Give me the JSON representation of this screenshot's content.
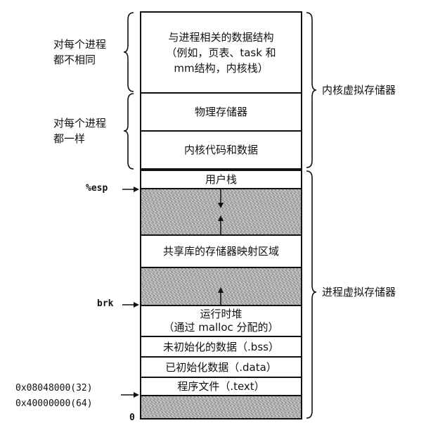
{
  "segments": {
    "kernel_data": [
      "与进程相关的数据结构",
      "（例如，页表、task 和",
      "mm结构，内核栈）"
    ],
    "physical_memory": "物理存储器",
    "kernel_code": "内核代码和数据",
    "user_stack": "用户栈",
    "shared_lib": "共享库的存储器映射区域",
    "heap_line1": "运行时堆",
    "heap_line2": "（通过 malloc 分配的）",
    "bss": "未初始化的数据（.bss）",
    "data": "已初始化数据（.data）",
    "text": "程序文件（.text）"
  },
  "left_labels": {
    "per_process_1": "对每个进程",
    "per_process_2": "都不相同",
    "same_1": "对每个进程",
    "same_2": "都一样",
    "esp": "%esp",
    "brk": "brk",
    "addr32": "0x08048000(32)",
    "addr64": "0x40000000(64)",
    "zero": "0"
  },
  "right_labels": {
    "kernel_vm": "内核虚拟存储器",
    "process_vm": "进程虚拟存储器"
  }
}
